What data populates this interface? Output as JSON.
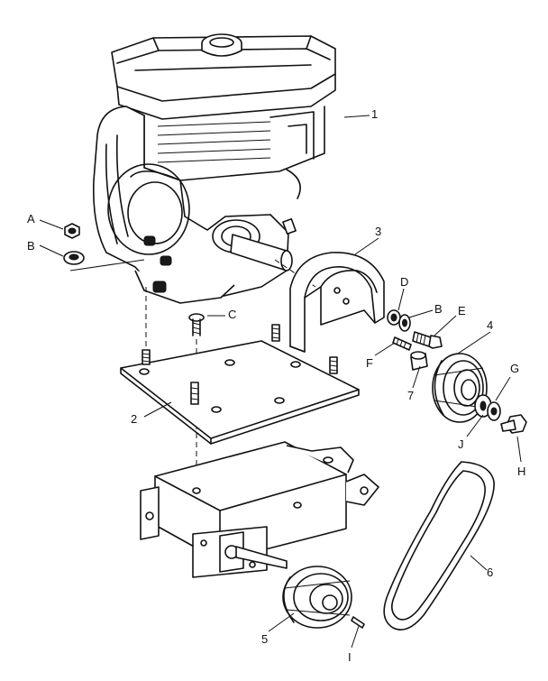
{
  "diagram": {
    "callouts": {
      "engine": "1",
      "mounting_plate": "2",
      "belt_guard": "3",
      "engine_pulley": "4",
      "transmission_pulley": "5",
      "drive_belt": "6",
      "spacer": "7",
      "nut": "A",
      "lock_washer": "B",
      "carriage_bolt": "C",
      "guard_nut": "D",
      "guard_washer": "B",
      "guard_bolt": "E",
      "set_screw": "F",
      "pulley_washer": "G",
      "pulley_bolt": "H",
      "bushing": "J",
      "key": "I"
    }
  }
}
